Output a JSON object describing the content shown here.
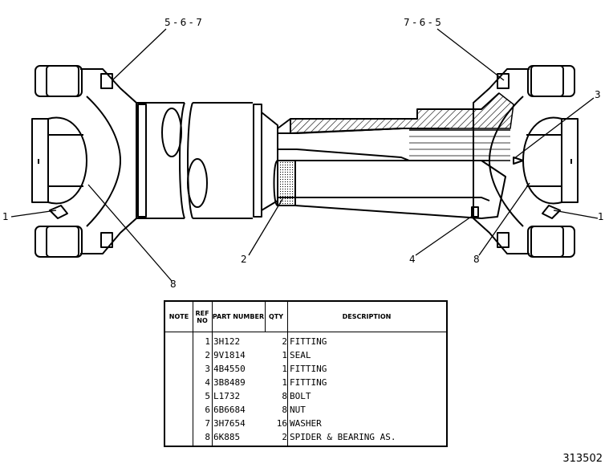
{
  "callouts": {
    "top_left": "5 - 6 - 7",
    "top_right": "7 - 6 - 5",
    "left": "1",
    "right": "1",
    "bottom_left_8": "8",
    "bottom_2": "2",
    "bottom_4": "4",
    "bottom_right_8": "8",
    "right_3": "3"
  },
  "table": {
    "headers": {
      "note": "NOTE",
      "ref_no": "REF NO",
      "part_number": "PART NUMBER",
      "qty": "QTY",
      "description": "DESCRIPTION"
    },
    "rows": [
      {
        "ref": "1",
        "part": "3H122",
        "qty": "2",
        "desc": "FITTING"
      },
      {
        "ref": "2",
        "part": "9V1814",
        "qty": "1",
        "desc": "SEAL"
      },
      {
        "ref": "3",
        "part": "4B4550",
        "qty": "1",
        "desc": "FITTING"
      },
      {
        "ref": "4",
        "part": "3B8489",
        "qty": "1",
        "desc": "FITTING"
      },
      {
        "ref": "5",
        "part": "L1732",
        "qty": "8",
        "desc": "BOLT"
      },
      {
        "ref": "6",
        "part": "6B6684",
        "qty": "8",
        "desc": "NUT"
      },
      {
        "ref": "7",
        "part": "3H7654",
        "qty": "16",
        "desc": "WASHER"
      },
      {
        "ref": "8",
        "part": "6K885",
        "qty": "2",
        "desc": "SPIDER  &  BEARING AS."
      }
    ]
  },
  "figure_number": "313502"
}
